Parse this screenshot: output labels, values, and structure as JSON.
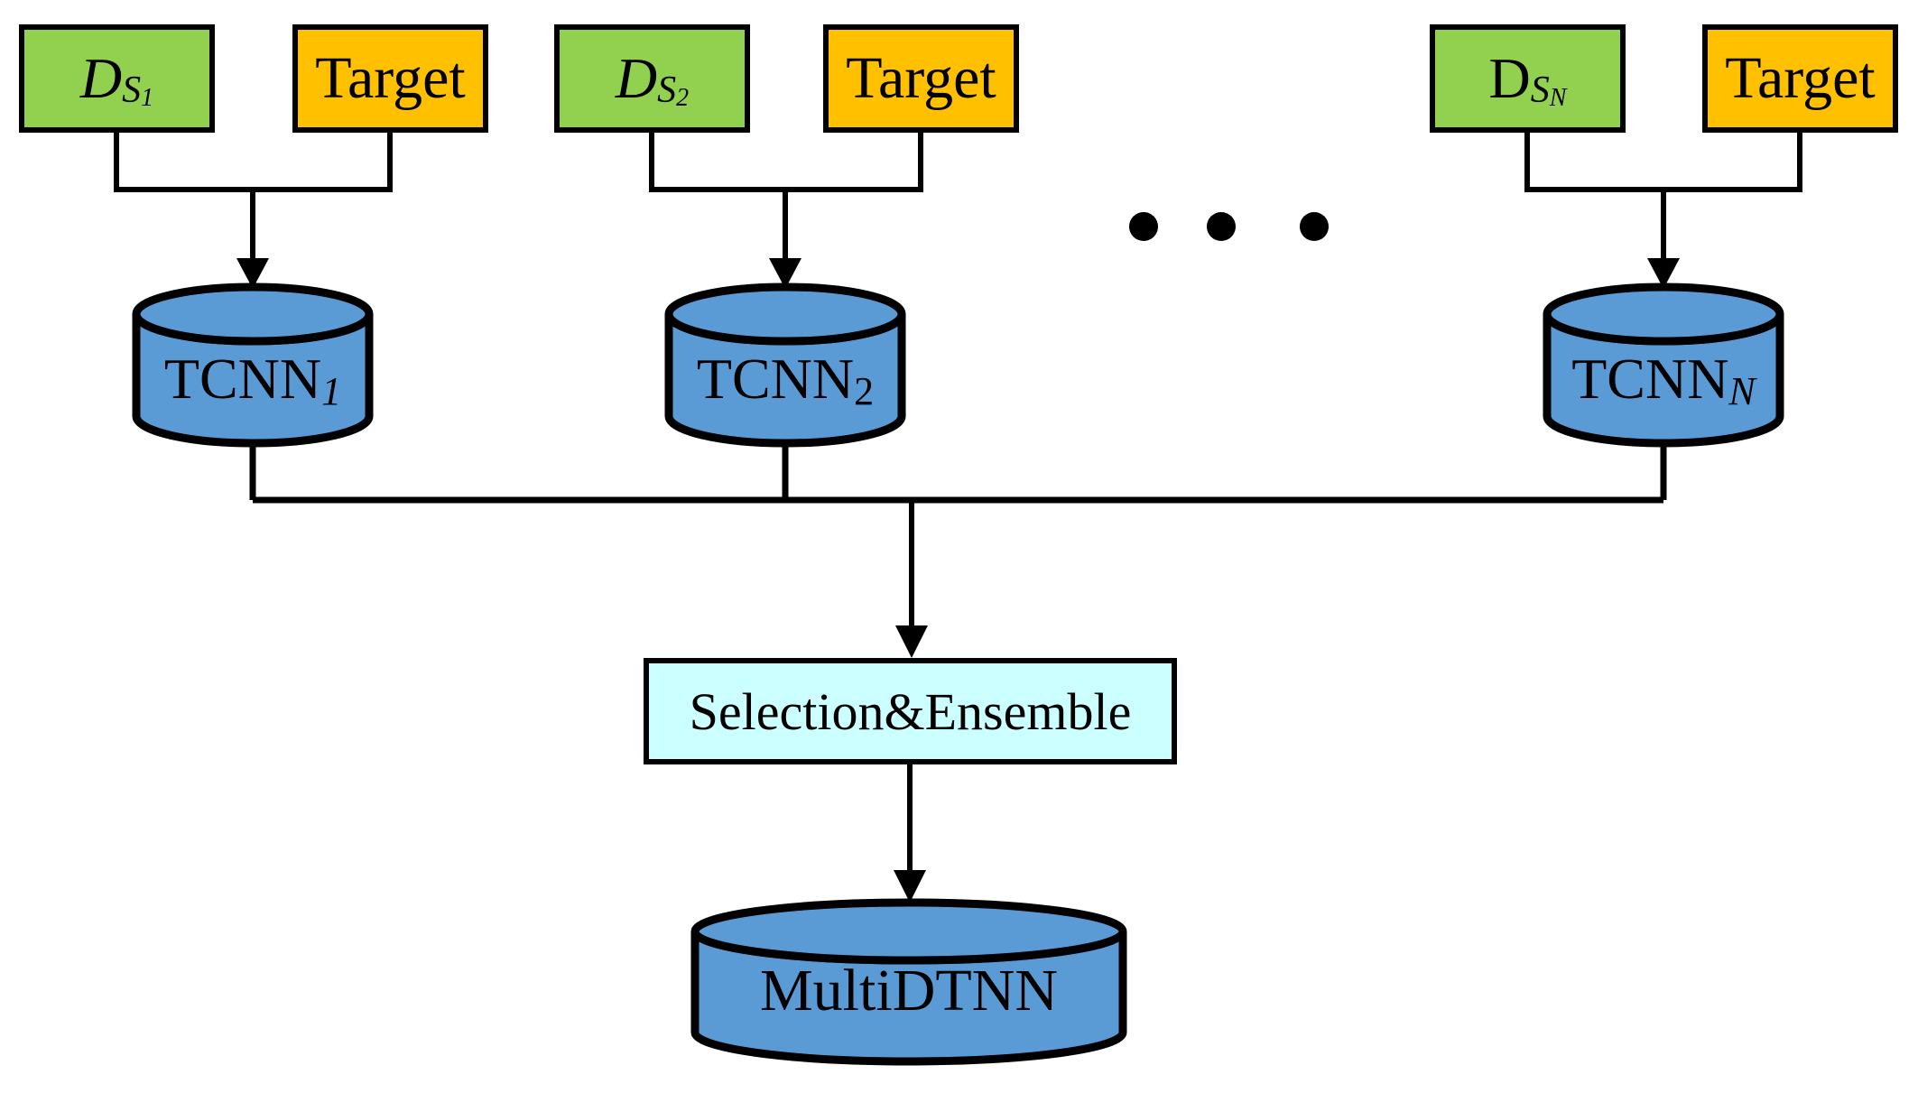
{
  "diagram": {
    "pairs": [
      {
        "source_base": "D",
        "source_sub": "S",
        "source_subsub": "1",
        "target_label": "Target"
      },
      {
        "source_base": "D",
        "source_sub": "S",
        "source_subsub": "2",
        "target_label": "Target"
      },
      {
        "source_base": "D",
        "source_sub": "S",
        "source_subsub": "N",
        "target_label": "Target"
      }
    ],
    "tcnn_nodes": [
      {
        "base": "TCNN",
        "sub": "1"
      },
      {
        "base": "TCNN",
        "sub": "2"
      },
      {
        "base": "TCNN",
        "sub": "N"
      }
    ],
    "selection_label": "Selection&Ensemble",
    "output_label": "MultiDTNN",
    "ellipsis_dot_count": 3
  },
  "colors": {
    "source_green": "#92D050",
    "target_orange": "#FFC000",
    "cylinder_blue": "#5B9BD5",
    "selection_cyan": "#CCFFFF",
    "line_black": "#000000",
    "background": "#FFFFFF"
  }
}
